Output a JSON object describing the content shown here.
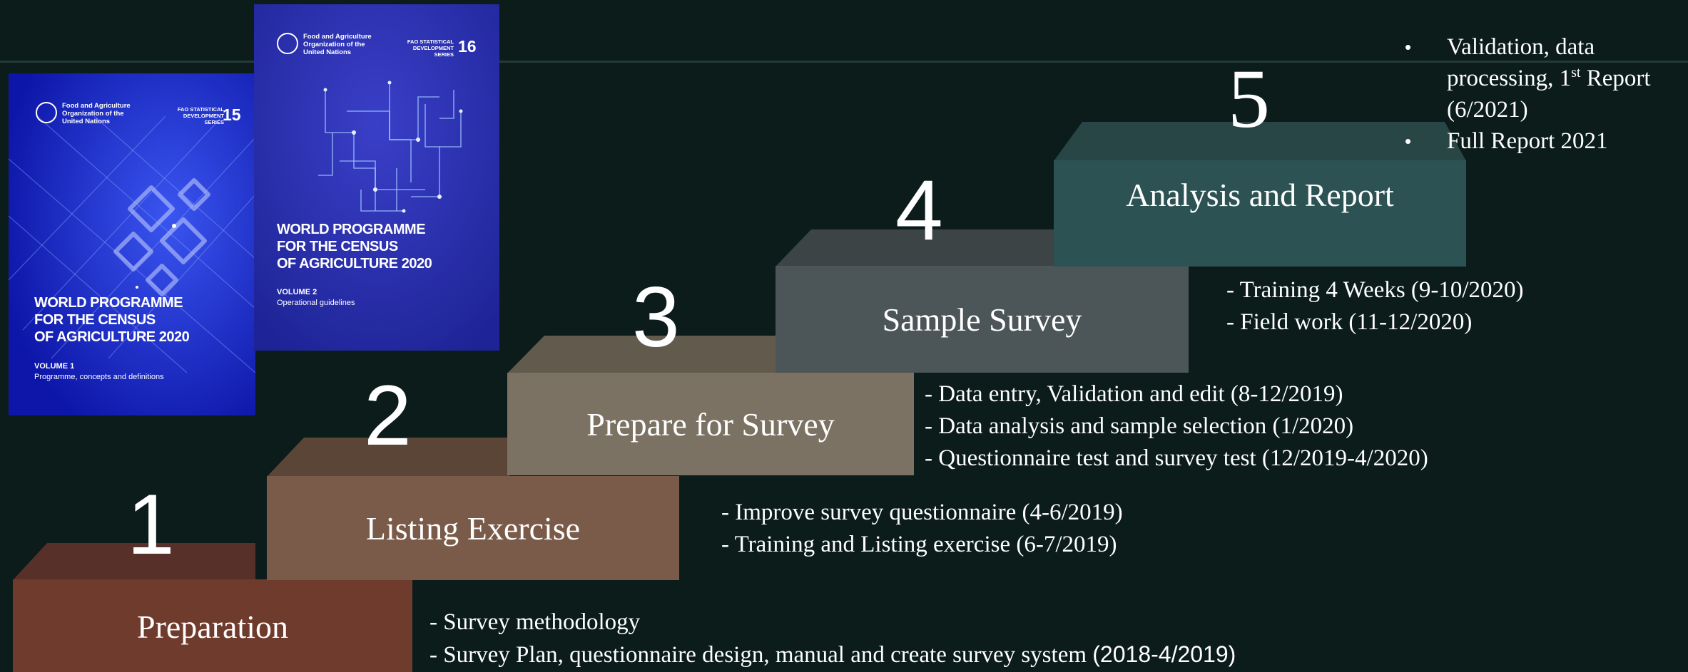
{
  "colors": {
    "background": "#0b1c1b",
    "step1": "#6f3b2d",
    "step2": "#7a5a48",
    "step3": "#7b7263",
    "step4": "#4c5557",
    "step5": "#2d5253",
    "cover1": "#1020c0",
    "cover2": "#2830b8"
  },
  "covers": [
    {
      "org": "Food and Agriculture\nOrganization of the\nUnited Nations",
      "series": "FAO STATISTICAL\nDEVELOPMENT\nSERIES",
      "number": "15",
      "title": "WORLD PROGRAMME\nFOR THE CENSUS\nOF AGRICULTURE 2020",
      "volume": "VOLUME 1",
      "subtitle": "Programme, concepts and definitions"
    },
    {
      "org": "Food and Agriculture\nOrganization of the\nUnited Nations",
      "series": "FAO STATISTICAL\nDEVELOPMENT\nSERIES",
      "number": "16",
      "title": "WORLD PROGRAMME\nFOR THE CENSUS\nOF AGRICULTURE 2020",
      "volume": "VOLUME 2",
      "subtitle": "Operational guidelines"
    }
  ],
  "steps": [
    {
      "number": "1",
      "label": "Preparation",
      "details": [
        "- Survey methodology",
        "- Survey Plan, questionnaire design, manual and create survey system "
      ],
      "details_tail": "(2018-4/2019)"
    },
    {
      "number": "2",
      "label": "Listing Exercise",
      "details": [
        "- Improve survey questionnaire (4-6/2019)",
        "- Training and Listing exercise (6-7/2019)"
      ]
    },
    {
      "number": "3",
      "label": "Prepare for Survey",
      "details": [
        "- Data entry, Validation and edit (8-12/2019)",
        "- Data analysis and sample selection (1/2020)",
        "- Questionnaire test and survey test (12/2019-4/2020)"
      ]
    },
    {
      "number": "4",
      "label": "Sample Survey",
      "details": [
        "- Training 4 Weeks (9-10/2020)",
        "- Field work (11-12/2020)"
      ]
    },
    {
      "number": "5",
      "label": "Analysis and Report",
      "bullet_symbol": "•",
      "bullets": {
        "first_pre": "Validation, data processing, 1",
        "first_sup": "st",
        "first_post": " Report (6/2021)",
        "second": "Full Report  2021"
      }
    }
  ]
}
